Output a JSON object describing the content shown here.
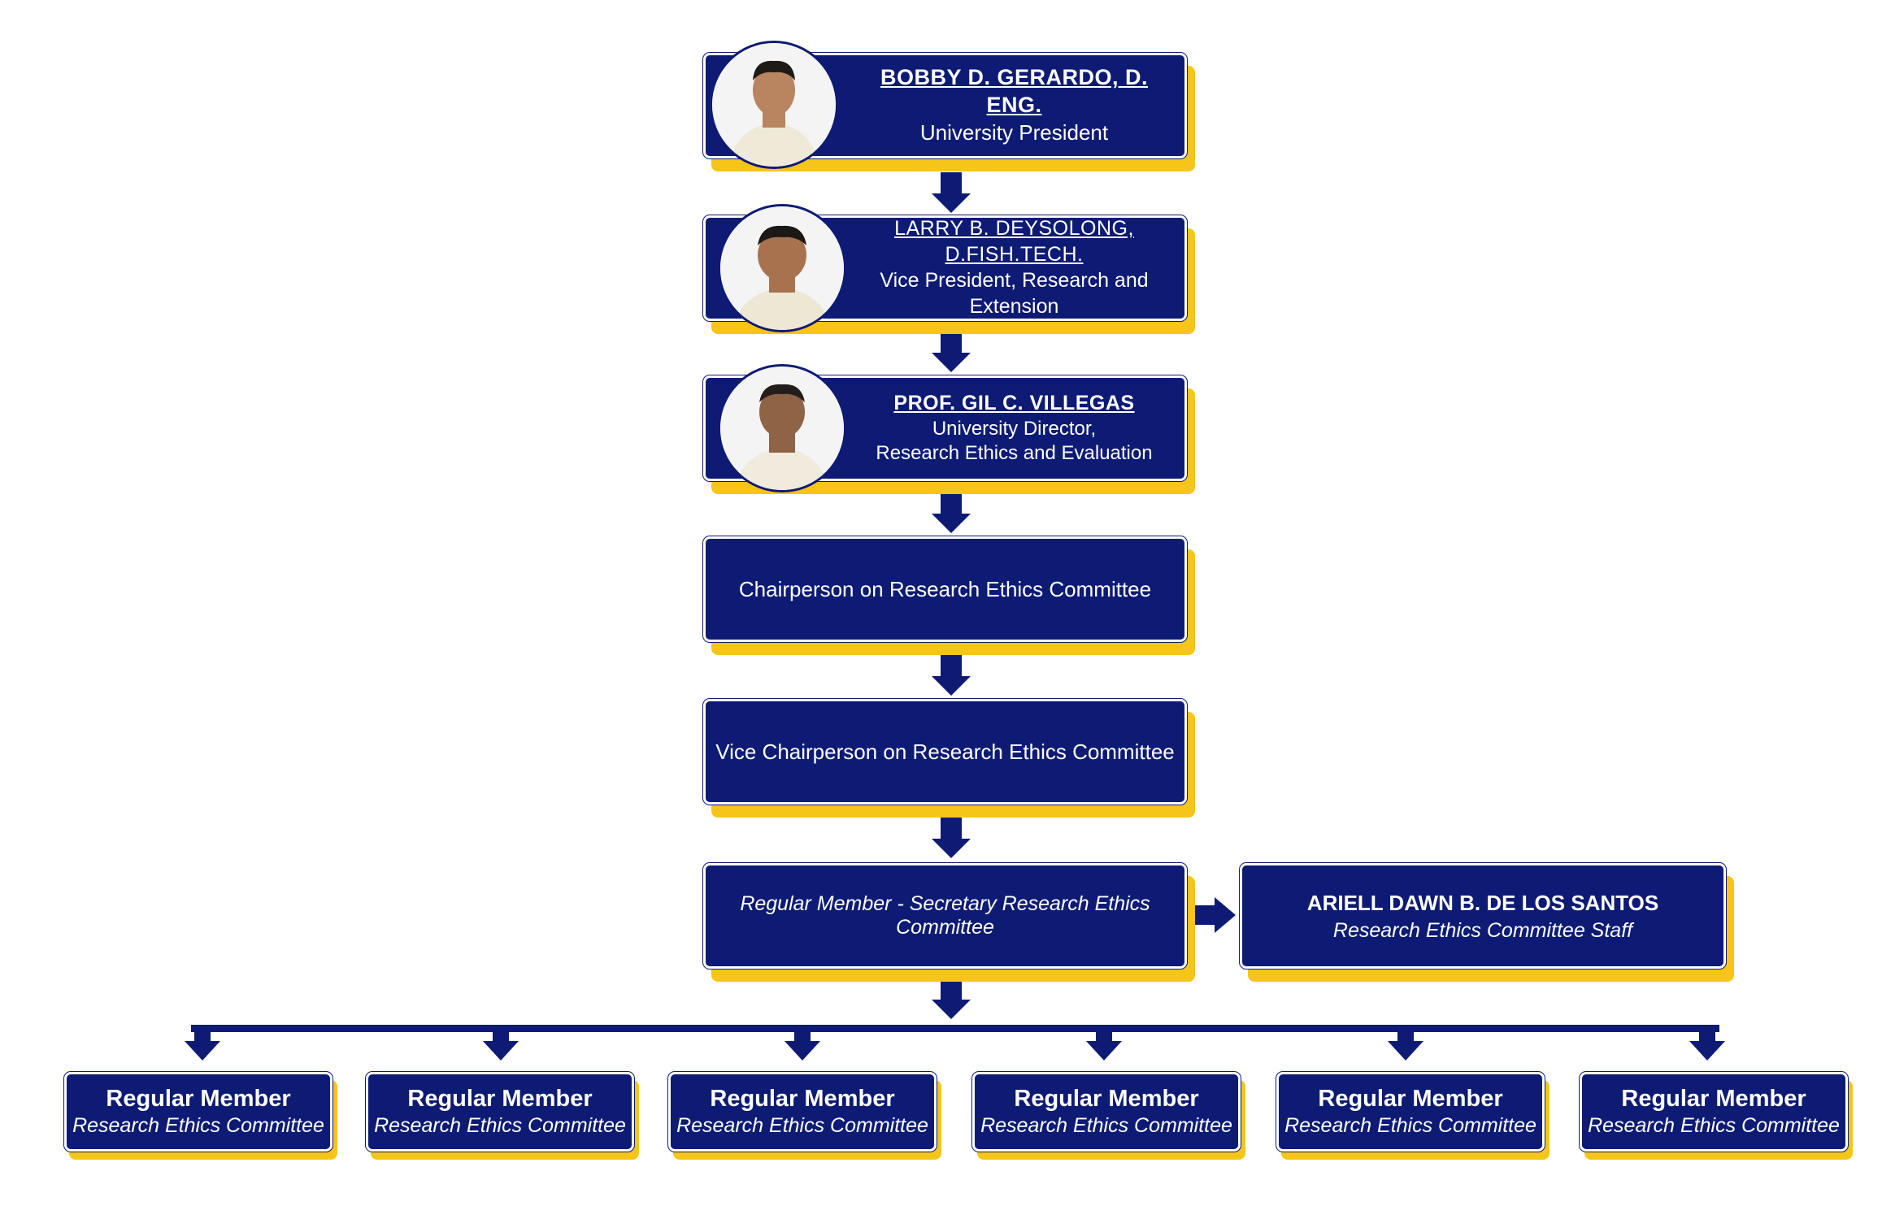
{
  "president": {
    "name": "BOBBY D. GERARDO, D. ENG.",
    "title": "University President"
  },
  "vp": {
    "name": "LARRY B. DEYSOLONG, D.FISH.TECH.",
    "title": "Vice President, Research and Extension"
  },
  "director": {
    "name": "PROF. GIL  C. VILLEGAS",
    "title_line1": "University Director,",
    "title_line2": "Research Ethics and Evaluation"
  },
  "chairperson": {
    "label": "Chairperson on Research Ethics Committee"
  },
  "vice_chairperson": {
    "label": "Vice Chairperson on Research Ethics Committee"
  },
  "secretary": {
    "label": "Regular Member - Secretary Research Ethics Committee"
  },
  "staff": {
    "name": "ARIELL DAWN B. DE LOS SANTOS",
    "title": "Research Ethics Committee Staff"
  },
  "regular_members": [
    {
      "title": "Regular Member",
      "subtitle": "Research Ethics Committee"
    },
    {
      "title": "Regular Member",
      "subtitle": "Research Ethics Committee"
    },
    {
      "title": "Regular Member",
      "subtitle": "Research Ethics Committee"
    },
    {
      "title": "Regular Member",
      "subtitle": "Research Ethics Committee"
    },
    {
      "title": "Regular Member",
      "subtitle": "Research Ethics Committee"
    },
    {
      "title": "Regular Member",
      "subtitle": "Research Ethics Committee"
    }
  ],
  "colors": {
    "navy": "#0e1b74",
    "gold": "#f5c519",
    "background": "#ffffff"
  },
  "icons": {
    "photo": "person-photo-icon",
    "arrow": "arrow-down-icon"
  }
}
